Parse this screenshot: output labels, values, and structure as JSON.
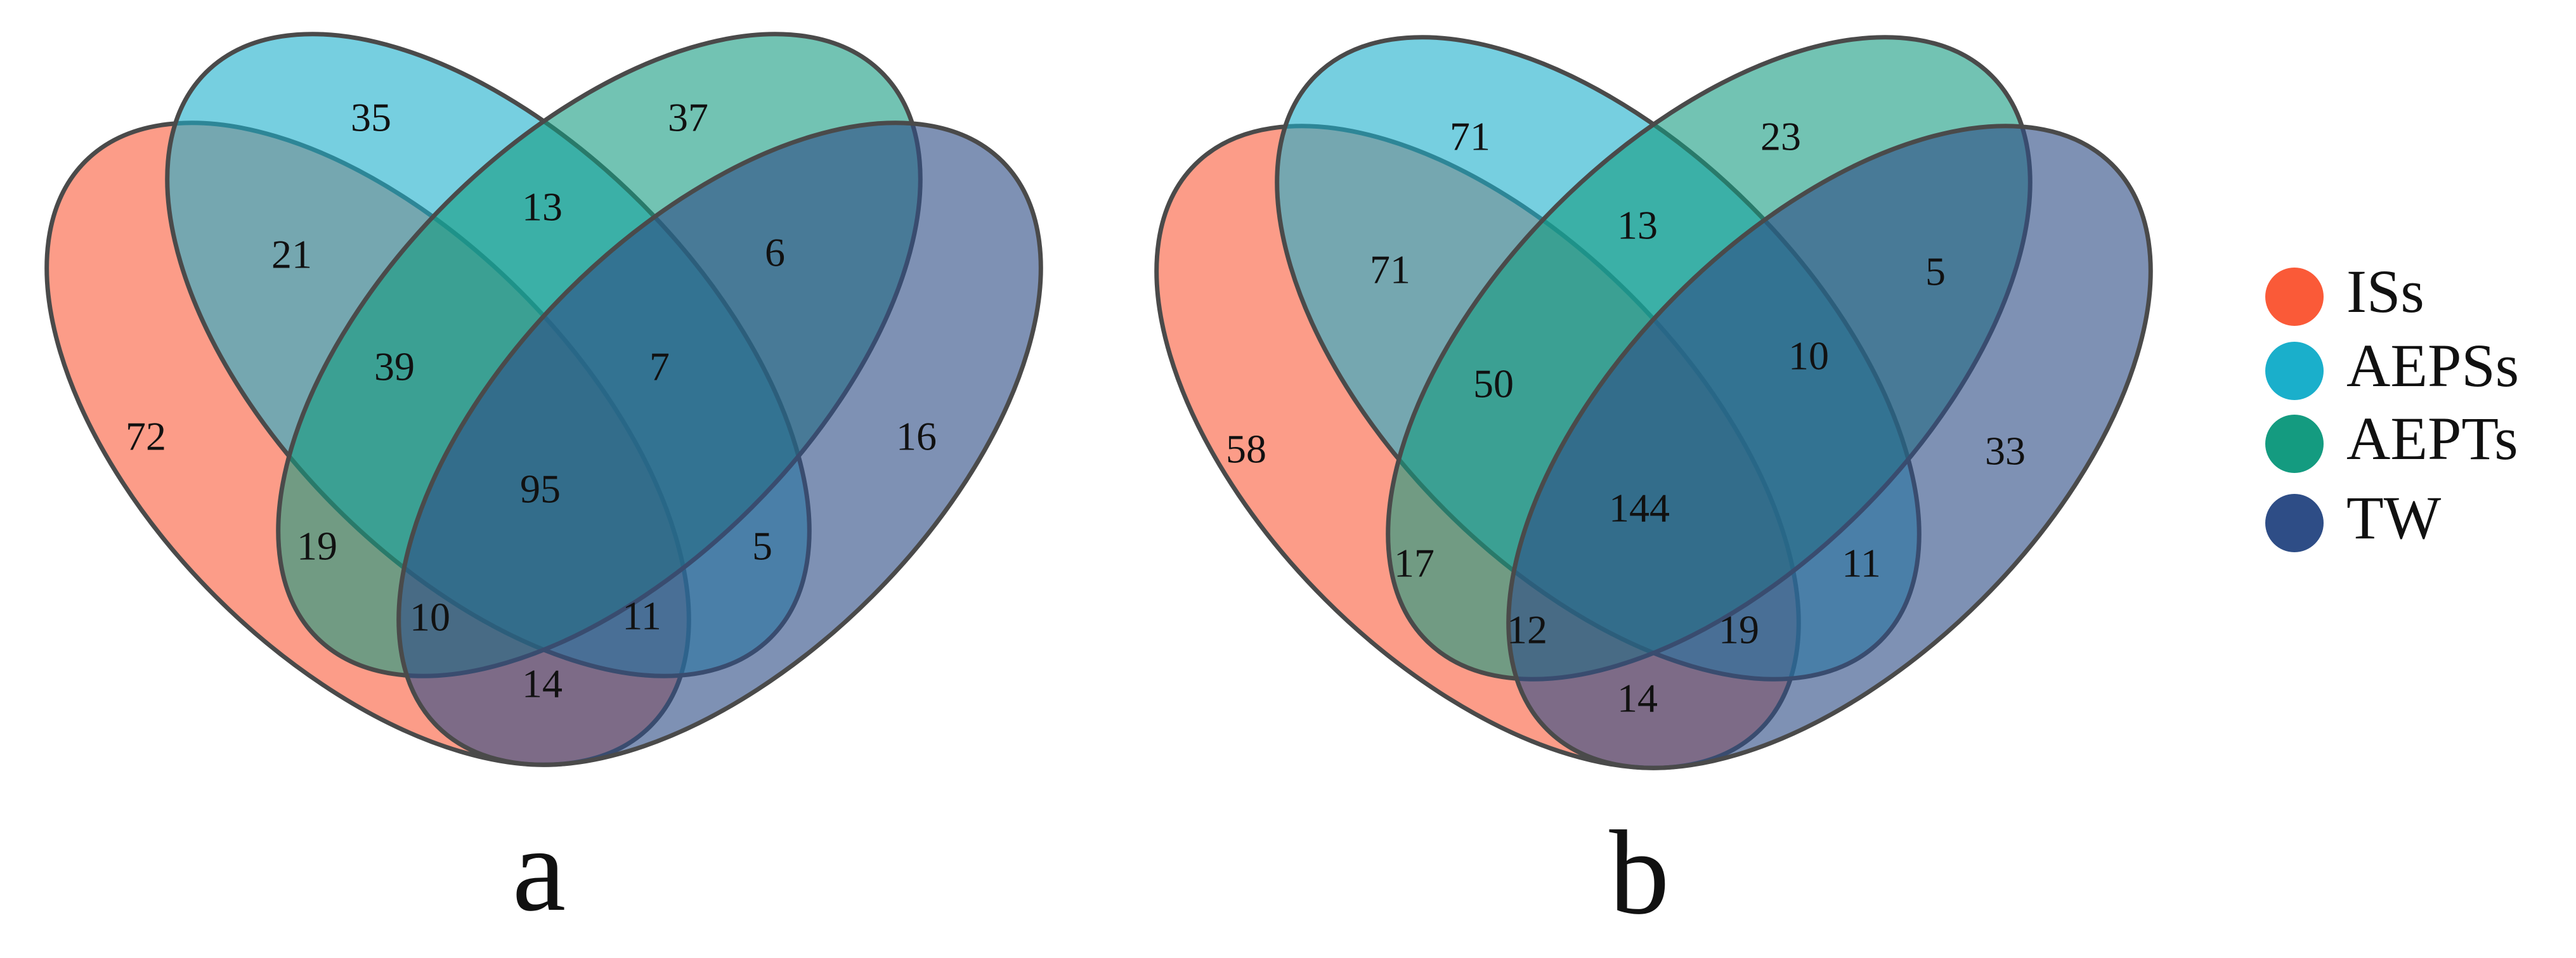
{
  "sets": [
    {
      "key": "ISs",
      "label": "ISs",
      "color": "#fa5a38"
    },
    {
      "key": "AEPSs",
      "label": "AEPSs",
      "color": "#1aafcb"
    },
    {
      "key": "AEPTs",
      "label": "AEPTs",
      "color": "#149b80"
    },
    {
      "key": "TW",
      "label": "TW",
      "color": "#2e4d86"
    }
  ],
  "panels": [
    {
      "label": "a",
      "regions": {
        "ISs_only": "72",
        "AEPSs_only": "35",
        "AEPTs_only": "37",
        "TW_only": "16",
        "ISs_AEPSs": "21",
        "AEPSs_AEPTs": "13",
        "AEPTs_TW": "6",
        "ISs_AEPSs_AEPTs": "39",
        "AEPSs_AEPTs_TW": "7",
        "all_four": "95",
        "ISs_AEPTs": "19",
        "ISs_AEPTs_TW": "10",
        "ISs_AEPSs_TW": "11",
        "AEPSs_TW": "5",
        "ISs_TW": "14"
      }
    },
    {
      "label": "b",
      "regions": {
        "ISs_only": "58",
        "AEPSs_only": "71",
        "AEPTs_only": "23",
        "TW_only": "33",
        "ISs_AEPSs": "71",
        "AEPSs_AEPTs": "13",
        "AEPTs_TW": "5",
        "ISs_AEPSs_AEPTs": "50",
        "AEPSs_AEPTs_TW": "10",
        "all_four": "144",
        "ISs_AEPTs": "17",
        "ISs_AEPTs_TW": "12",
        "ISs_AEPSs_TW": "19",
        "AEPSs_TW": "11",
        "ISs_TW": "14"
      }
    }
  ]
}
